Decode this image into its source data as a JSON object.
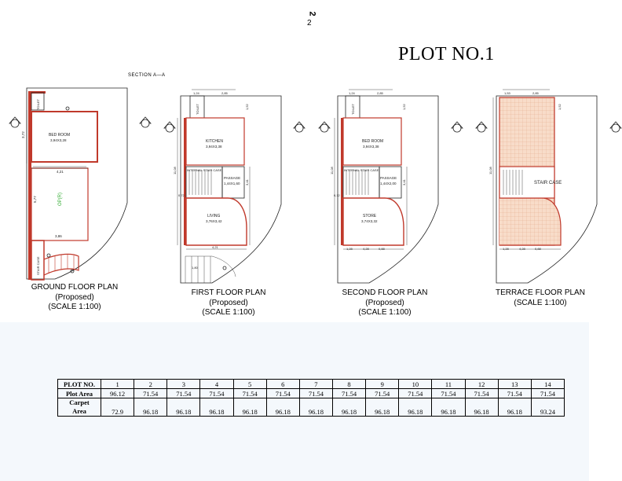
{
  "sheet": {
    "number_rotated": "2",
    "number": "2",
    "plot_title": "PLOT NO.1",
    "section_label": "SECTION  A—A"
  },
  "plans": [
    {
      "caption_line1": "GROUND FLOOR PLAN",
      "caption_line2": "(Proposed)",
      "caption_line3": "(SCALE 1:100)",
      "room_labels": [
        {
          "name": "BED ROOM",
          "size": "3,94X3,28"
        },
        {
          "name": "OP(R)",
          "size": ""
        }
      ],
      "dimensions": [
        "4,21",
        "3,72",
        "5,77",
        "3,86"
      ],
      "small_labels": [
        "TOILET",
        "STAIR CASE"
      ]
    },
    {
      "caption_line1": "FIRST FLOOR PLAN",
      "caption_line2": "(Proposed)",
      "caption_line3": "(SCALE 1:100)",
      "room_labels": [
        {
          "name": "KITCHEN",
          "size": "3,94X3,38"
        },
        {
          "name": "PASSAGE",
          "size": "1,44X1,60"
        },
        {
          "name": "LIVING",
          "size": "3,76X3,42"
        },
        {
          "name": "INTERNAL STAIR CASE",
          "size": ""
        }
      ],
      "dimensions": [
        "1,24",
        "2,85",
        "1,52",
        "11,08",
        "3,41",
        "4,21",
        "0,72",
        "1,80"
      ],
      "small_labels": [
        "TOILET"
      ]
    },
    {
      "caption_line1": "SECOND FLOOR PLAN",
      "caption_line2": "(Proposed)",
      "caption_line3": "(SCALE 1:100)",
      "room_labels": [
        {
          "name": "BED ROOM",
          "size": "3,94X3,38"
        },
        {
          "name": "PASSAGE",
          "size": "1,44X2,00"
        },
        {
          "name": "STORE",
          "size": "3,74X3,32"
        },
        {
          "name": "INTERNAL STAIR CASE",
          "size": ""
        }
      ],
      "dimensions": [
        "1,24",
        "2,85",
        "1,52",
        "11,08",
        "3,41",
        "1,28",
        "4,28",
        "0,88",
        "0,12"
      ],
      "small_labels": [
        "TOILET"
      ]
    },
    {
      "caption_line1": "TERRACE FLOOR PLAN",
      "caption_line2": "(SCALE 1:100)",
      "caption_line3": "",
      "room_labels": [
        {
          "name": "STAIR CASE",
          "size": ""
        }
      ],
      "dimensions": [
        "1,53",
        "2,85",
        "1,52",
        "11,08",
        "1,28",
        "4,28",
        "0,88"
      ],
      "small_labels": []
    }
  ],
  "area_table": {
    "header_label": "PLOT NO.",
    "plot_area_label": "Plot Area",
    "carpet_label_line1": "Carpet",
    "carpet_label_line2": "Area",
    "plots": [
      {
        "no": "1",
        "plot_area": "96.12",
        "carpet_area": "72.9"
      },
      {
        "no": "2",
        "plot_area": "71.54",
        "carpet_area": "96.18"
      },
      {
        "no": "3",
        "plot_area": "71.54",
        "carpet_area": "96.18"
      },
      {
        "no": "4",
        "plot_area": "71.54",
        "carpet_area": "96.18"
      },
      {
        "no": "5",
        "plot_area": "71.54",
        "carpet_area": "96.18"
      },
      {
        "no": "6",
        "plot_area": "71.54",
        "carpet_area": "96.18"
      },
      {
        "no": "7",
        "plot_area": "71.54",
        "carpet_area": "96.18"
      },
      {
        "no": "8",
        "plot_area": "71.54",
        "carpet_area": "96.18"
      },
      {
        "no": "9",
        "plot_area": "71.54",
        "carpet_area": "96.18"
      },
      {
        "no": "10",
        "plot_area": "71.54",
        "carpet_area": "96.18"
      },
      {
        "no": "11",
        "plot_area": "71.54",
        "carpet_area": "96.18"
      },
      {
        "no": "12",
        "plot_area": "71.54",
        "carpet_area": "96.18"
      },
      {
        "no": "13",
        "plot_area": "71.54",
        "carpet_area": "96.18"
      },
      {
        "no": "14",
        "plot_area": "71.54",
        "carpet_area": "93.24"
      }
    ]
  },
  "colors": {
    "wall": "#c0392b",
    "line": "#222222",
    "open_space_text": "#2eaa2e",
    "terrace_fill": "#f8dcc9",
    "panel_bg": "#f4f8fc"
  }
}
